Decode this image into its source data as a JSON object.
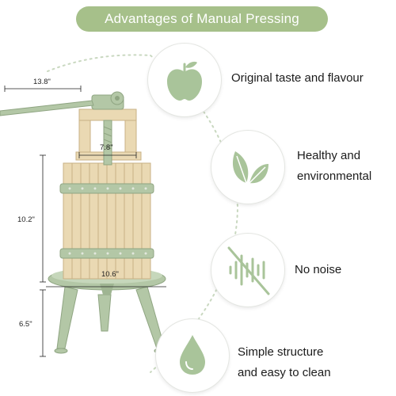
{
  "header": {
    "title": "Advantages of Manual Pressing",
    "accent_color": "#a6c08a"
  },
  "features": [
    {
      "icon": "apple-icon",
      "lines": [
        "Original taste and flavour"
      ]
    },
    {
      "icon": "leaf-icon",
      "lines": [
        "Healthy and",
        "environmental"
      ]
    },
    {
      "icon": "no-noise-icon",
      "lines": [
        "No noise"
      ]
    },
    {
      "icon": "water-drop-icon",
      "lines": [
        "Simple structure",
        "and easy to clean"
      ]
    }
  ],
  "dimensions": {
    "handle_length": "13.8\"",
    "frame_width": "7.8\"",
    "barrel_height": "10.2\"",
    "tray_diameter": "10.6\"",
    "leg_height": "6.5\""
  },
  "colors": {
    "icon_green": "#a9c49a",
    "metal_green": "#b3c7a6",
    "wood": "#ead9b3",
    "wood_dark": "#c8b184",
    "dotted_path": "#c9d8c0"
  }
}
